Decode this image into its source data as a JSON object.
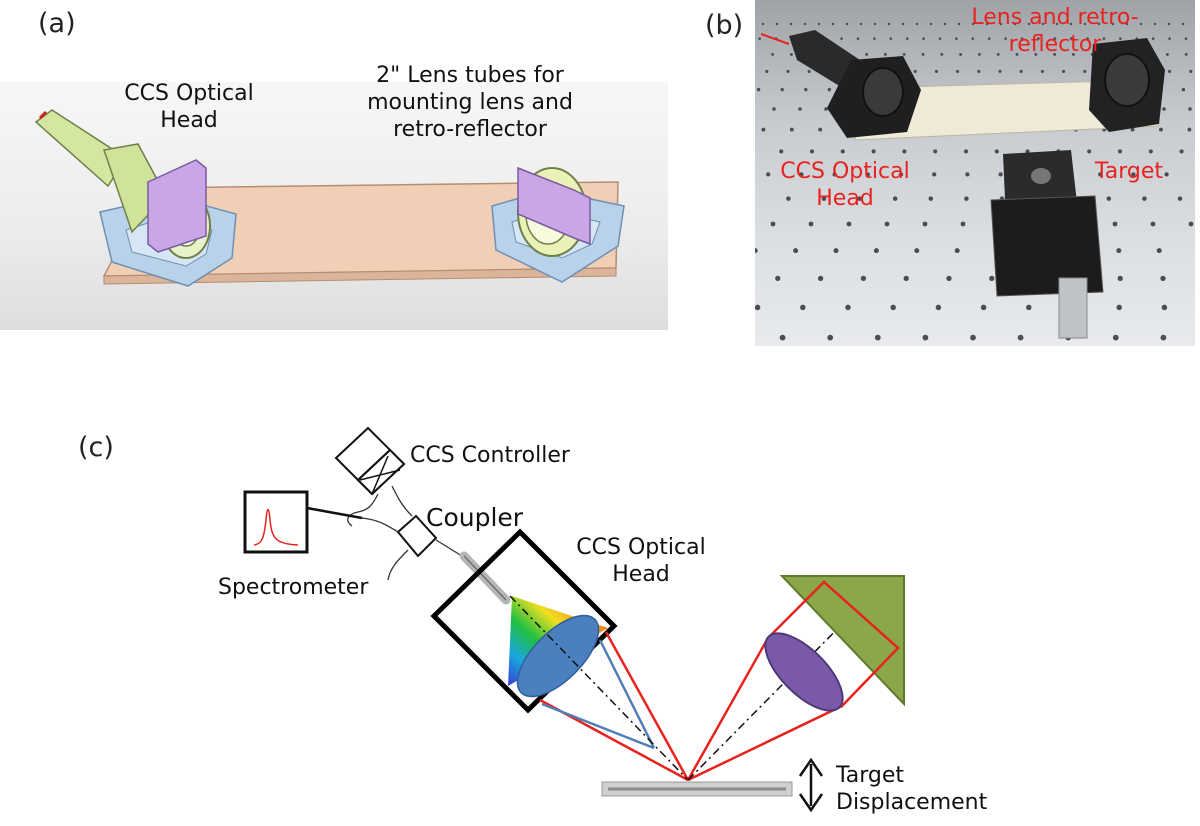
{
  "panel_a": {
    "letter": "(a)",
    "head_label_1": "CCS Optical",
    "head_label_2": "Head",
    "tubes_label_1": "2\" Lens tubes for",
    "tubes_label_2": "mounting lens and",
    "tubes_label_3": "retro-reflector"
  },
  "panel_b": {
    "letter": "(b)",
    "lens_label_1": "Lens and retro-",
    "lens_label_2": "reflector",
    "head_label_1": "CCS Optical",
    "head_label_2": "Head",
    "target_label": "Target"
  },
  "panel_c": {
    "letter": "(c)",
    "controller_label": "CCS Controller",
    "coupler_label": "Coupler",
    "spectrometer_label": "Spectrometer",
    "head_label_1": "CCS Optical",
    "head_label_2": "Head",
    "target_label_1": "Target",
    "target_label_2": "Displacement"
  },
  "colors": {
    "red_ray": "#e8221f",
    "blue_ray": "#4f7fb8",
    "retro_green": "#8aa84a",
    "lens_purple": "#7a5aa8",
    "lens_blue": "#4a7fc0",
    "tube_green": "#d4e7a0",
    "clamp_purple": "#c9a6e6",
    "mount_blue": "#b8d2ea",
    "board_peach": "#f1cfb7"
  }
}
